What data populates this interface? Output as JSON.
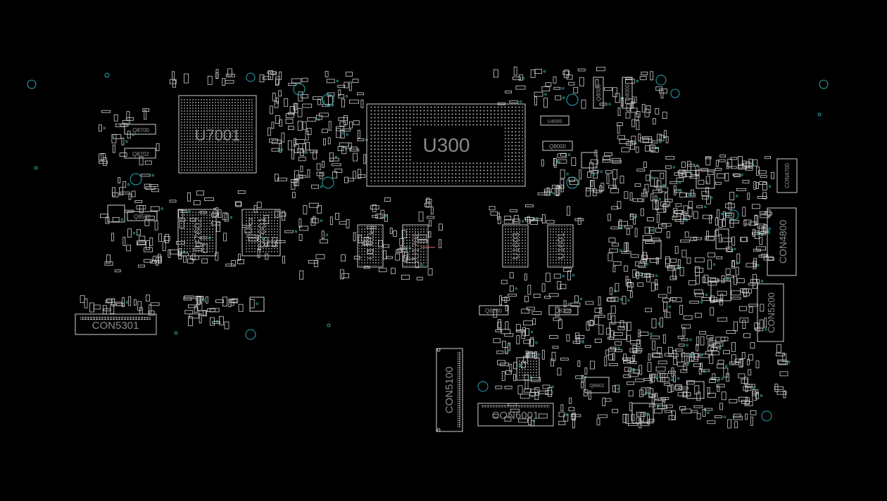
{
  "colors": {
    "background": "#000000",
    "outline": "#cfcfcf",
    "label": "#8a8a8a",
    "mounting_hole": "#2fa8b0",
    "accent": "#e07070"
  },
  "components": {
    "u7001": "U7001",
    "u300": "U300",
    "u7602": "U7602",
    "u7601": "U7601",
    "u1703": "U1703",
    "u1701": "U1701",
    "u1603": "U1603",
    "u1601": "U1601",
    "con5301": "CON5301",
    "con5100": "CON5100",
    "con6001": "CON6001",
    "con4800": "CON4800",
    "con5200": "CON5200",
    "con4700": "CON4700"
  },
  "small_labels": {
    "q8700": "Q8700",
    "q8702": "Q8702",
    "q8500": "Q8500",
    "q8200": "Q8200",
    "q8300": "Q8300",
    "q8000a": "Q8000",
    "q8000b": "Q8000",
    "q8000c": "Q8000",
    "u4000": "U4000",
    "q8802": "Q8802",
    "u3300": "U3300"
  }
}
